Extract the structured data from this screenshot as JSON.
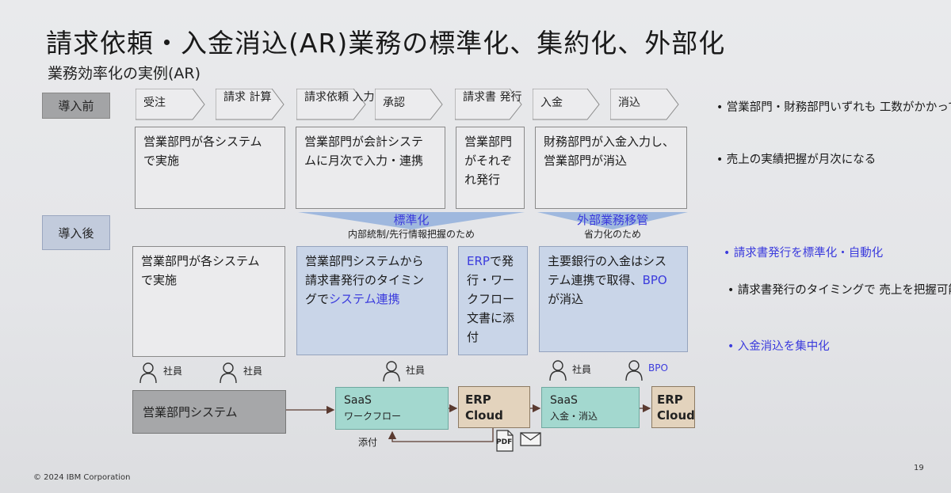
{
  "slide": {
    "title": "請求依頼・入金消込(AR)業務の標準化、集約化、外部化",
    "subtitle": "業務効率化の実例(AR)",
    "footer": "© 2024 IBM Corporation",
    "page_number": "19"
  },
  "rows": {
    "before_label": "導入前",
    "after_label": "導入後"
  },
  "steps": [
    {
      "label": "受注"
    },
    {
      "label": "請求\n計算"
    },
    {
      "label": "請求依頼\n入力"
    },
    {
      "label": "承認"
    },
    {
      "label": "請求書\n発行"
    },
    {
      "label": "入金"
    },
    {
      "label": "消込"
    }
  ],
  "before_boxes": [
    {
      "text": "営業部門が各システム\nで実施"
    },
    {
      "text": "営業部門が会計システ\nムに月次で入力・連携"
    },
    {
      "text": "営業部門\nがそれぞ\nれ発行"
    },
    {
      "text": "財務部門が入金入力し、\n営業部門が消込"
    }
  ],
  "banners": [
    {
      "title": "標準化",
      "subtitle": "内部統制/先行情報把握のため"
    },
    {
      "title": "外部業務移管",
      "subtitle": "省力化のため"
    }
  ],
  "after_boxes": {
    "box1": "営業部門が各システム\nで実施",
    "box2_plain": "営業部門システムから\n請求書発行のタイミン\nグで",
    "box2_highlight": "システム連携",
    "box3_highlight": "ERP",
    "box3_plain": "で発\n行・ワー\nクフロー\n文書に添\n付",
    "box4_plain": "主要銀行の入金はシス\nテム連携で取得、",
    "box4_highlight": "BPO",
    "box4_tail": "\nが消込"
  },
  "notes": [
    {
      "text": "営業部門・財務部門いずれも\n工数がかかっている",
      "highlight": false
    },
    {
      "text": "売上の実績把握が月次になる",
      "highlight": false
    },
    {
      "text": "請求書発行を標準化・自動化",
      "highlight": true
    },
    {
      "text": "請求書発行のタイミングで\n売上を把握可能",
      "highlight": false
    },
    {
      "text": "入金消込を集中化",
      "highlight": true
    }
  ],
  "actors": [
    {
      "label": "社員"
    },
    {
      "label": "社員"
    },
    {
      "label": "社員"
    },
    {
      "label": "社員"
    },
    {
      "label": "BPO"
    }
  ],
  "systems": {
    "sales_system": "営業部門システム",
    "saas1_title": "SaaS",
    "saas1_sub": "ワークフロー",
    "erp1": "ERP\nCloud",
    "saas2_title": "SaaS",
    "saas2_sub": "入金・消込",
    "erp2": "ERP\nCloud",
    "attach_label": "添付",
    "pdf_label": "PDF"
  },
  "colors": {
    "accent_blue": "#3b3bdd",
    "after_box": "#c9d5e8",
    "saas": "#a3d8cf",
    "erp": "#e3d3bd"
  }
}
